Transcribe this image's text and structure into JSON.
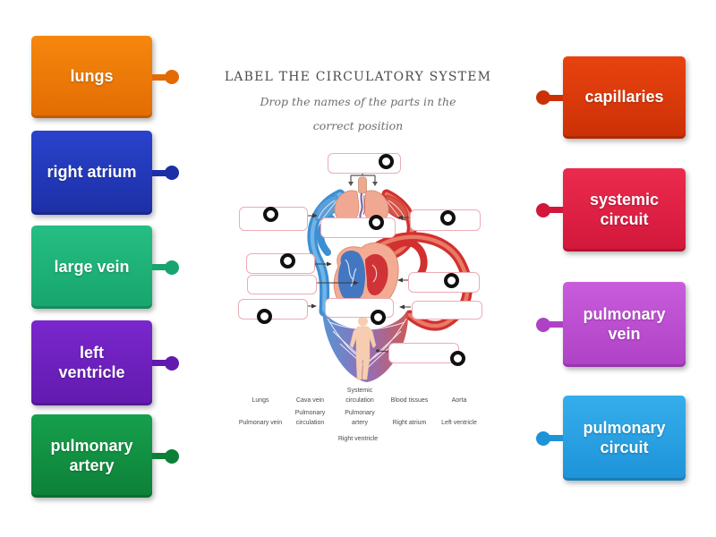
{
  "worksheet": {
    "title": "LABEL THE CIRCULATORY SYSTEM",
    "subtitle_line1": "Drop the names of the parts in the",
    "subtitle_line2": "correct position",
    "word_bank": {
      "row1": [
        "Lungs",
        "Cava vein",
        "Systemic circulation",
        "Blood tissues",
        "Aorta"
      ],
      "row2": [
        "Pulmonary vein",
        "Pulmonary circulation",
        "Pulmonary artery",
        "Right atrium",
        "Left ventricle"
      ],
      "row3": [
        "Right ventricle"
      ]
    }
  },
  "labels": {
    "left": [
      {
        "text": "lungs",
        "color": "#F6870D",
        "color_dark": "#E26C03"
      },
      {
        "text": "right atrium",
        "color": "#2A43CC",
        "color_dark": "#1C2FA6"
      },
      {
        "text": "large vein",
        "color": "#25BE83",
        "color_dark": "#17A56D"
      },
      {
        "text": "left ventricle",
        "color": "#7A27CC",
        "color_dark": "#611AAE"
      },
      {
        "text": "pulmonary artery",
        "color": "#16A04C",
        "color_dark": "#0D8038"
      }
    ],
    "right": [
      {
        "text": "capillaries",
        "color": "#E8430F",
        "color_dark": "#CC3007"
      },
      {
        "text": "systemic circuit",
        "color": "#EB2B4E",
        "color_dark": "#D2173A"
      },
      {
        "text": "pulmonary vein",
        "color": "#C95CDC",
        "color_dark": "#AF41C5"
      },
      {
        "text": "pulmonary circuit",
        "color": "#35AEEC",
        "color_dark": "#1D93D8"
      }
    ]
  },
  "diagram_colors": {
    "vein_blue": "#3D8FD2",
    "artery_red": "#D23030",
    "lung_pink": "#F1A893",
    "body_peach": "#F7CDB2",
    "capillary_purple": "#8A68B8",
    "box_border_pink": "#ECACB6",
    "drop_circle_black": "#101010"
  }
}
